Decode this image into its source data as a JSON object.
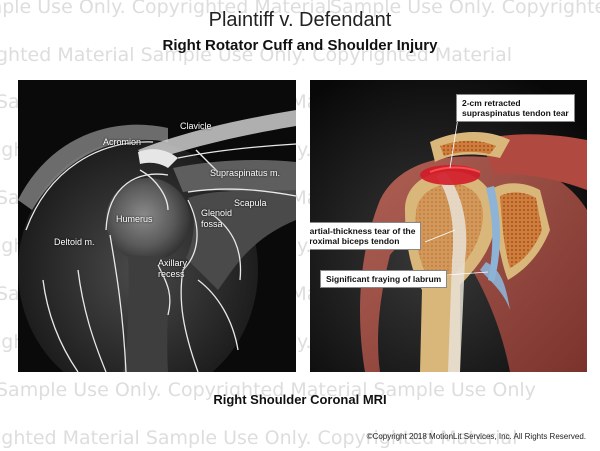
{
  "header": {
    "title": "Plaintiff v. Defendant",
    "subtitle": "Right Rotator Cuff and Shoulder Injury"
  },
  "watermark": {
    "line_a": "Sample Use Only. Copyrighted Material",
    "line_b": "ghted Material   Sample Use Only. Copyrighted Material",
    "line_c": "Sample Use Only. Copyrighted Material   Sample Use Only",
    "line_d": "ighted Material   Sample Use Only. Copyrighted Material"
  },
  "mri_panel": {
    "labels": {
      "acromion": "Acromion",
      "clavicle": "Clavicle",
      "supraspinatus": "Supraspinatus m.",
      "scapula": "Scapula",
      "humerus": "Humerus",
      "glenoid": "Glenoid\nfossa",
      "deltoid": "Deltoid m.",
      "axillary": "Axillary\nrecess"
    }
  },
  "illustration_panel": {
    "callouts": {
      "tendon_tear": "2-cm retracted\nsupraspinatus tendon tear",
      "biceps_tear": "Partial-thickness tear of the\nproximal biceps tendon",
      "labrum": "Significant fraying of labrum"
    }
  },
  "footer": {
    "caption": "Right Shoulder Coronal MRI",
    "copyright": "©Copyright 2018  MotionLit Services, Inc.  All Rights Reserved."
  },
  "colors": {
    "muscle": "#b8564a",
    "bone": "#d9b77a",
    "cancellous": "#c97a3e",
    "cartilage": "#8db4d6",
    "tear_red": "#d11b2a"
  }
}
